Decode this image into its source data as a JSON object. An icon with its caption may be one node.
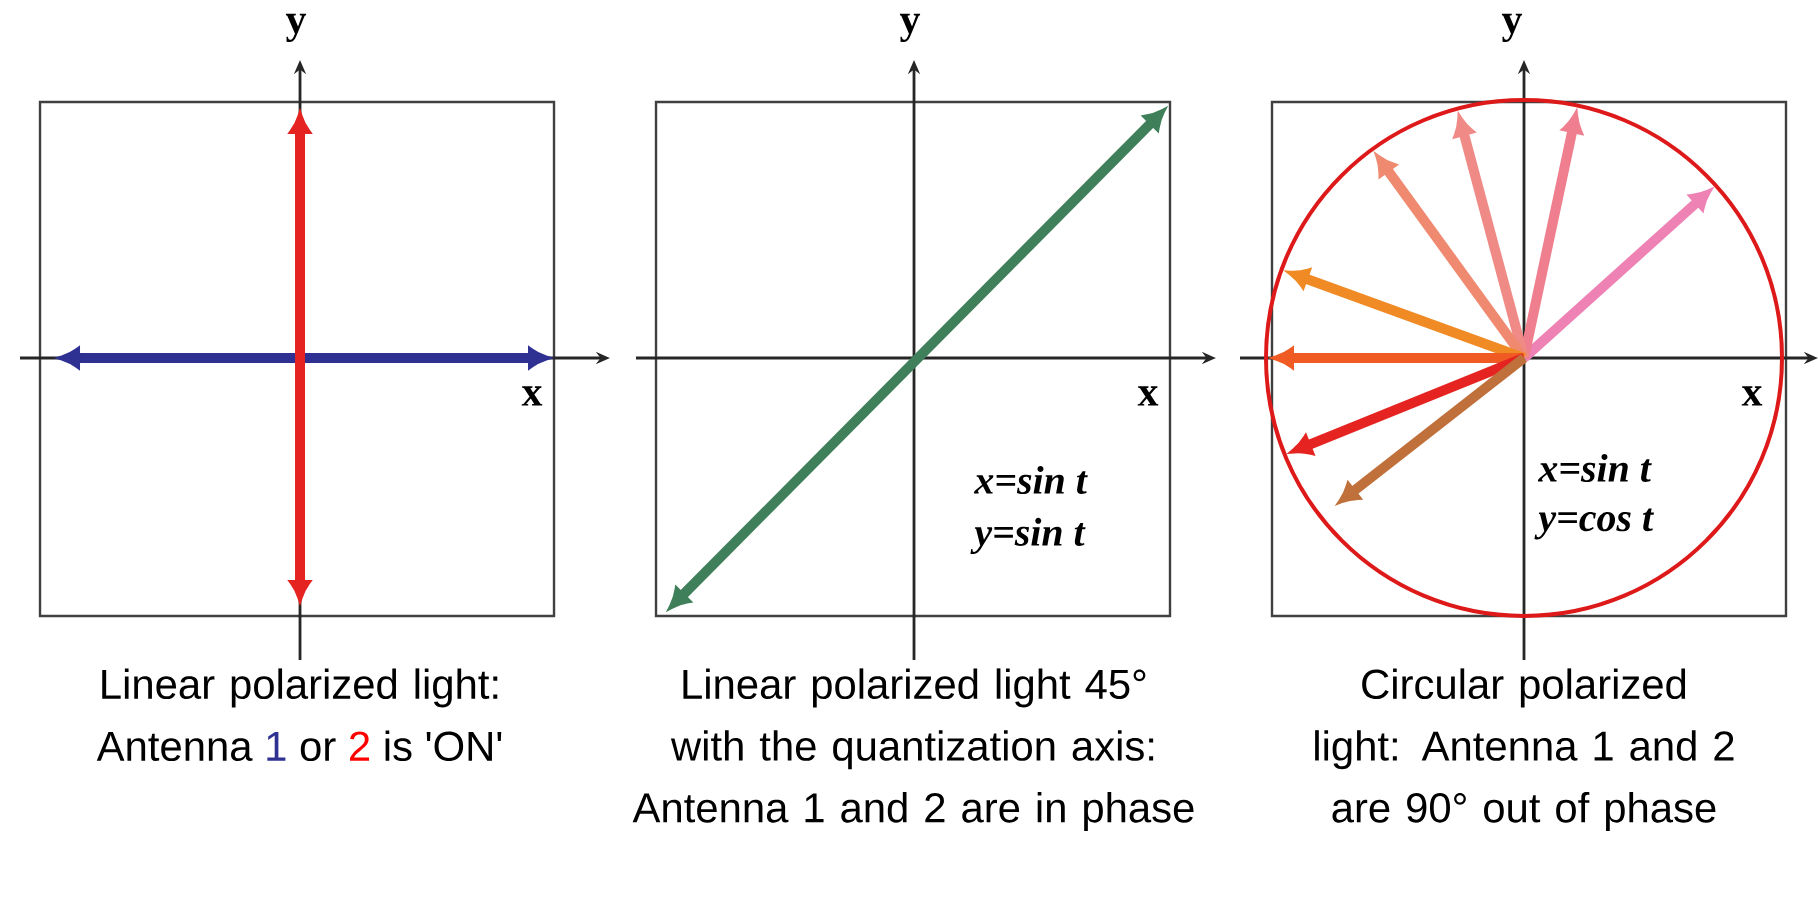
{
  "diagram": {
    "labels": [
      "y",
      "x",
      "Linear polarized light:",
      "Antenna",
      "1",
      "or",
      "2",
      "is 'ON'",
      "y",
      "x",
      "x=sin t",
      "y=sin t",
      "Linear polarized light 45° with the quantization axis: Antenna 1 and 2 are in phase",
      "y",
      "x",
      "x=sin t",
      "y=cos t",
      "Circular polarized light: Antenna 1 and 2 are 90° out of phase"
    ]
  }
}
